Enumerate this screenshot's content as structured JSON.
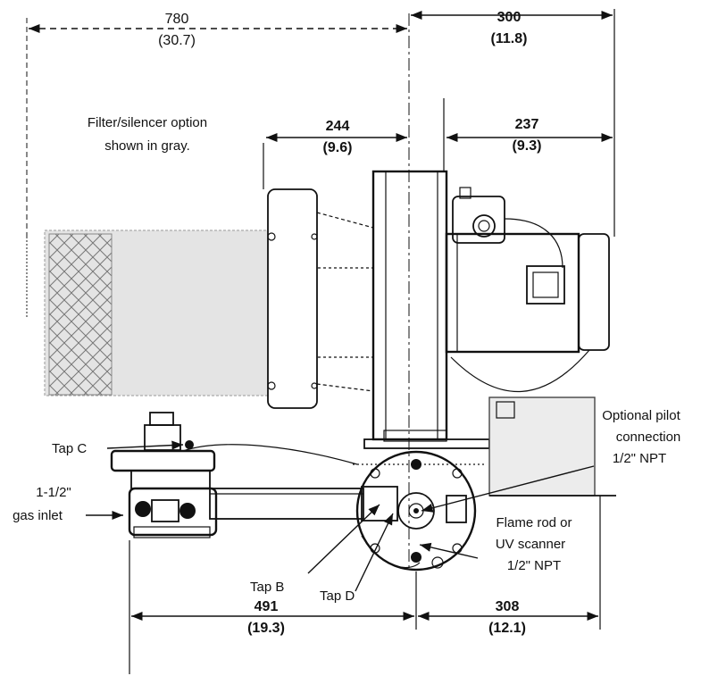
{
  "dimensions": {
    "top_left": {
      "mm": "780",
      "in": "(30.7)"
    },
    "top_right": {
      "mm": "300",
      "in": "(11.8)"
    },
    "mid_left": {
      "mm": "244",
      "in": "(9.6)"
    },
    "mid_right": {
      "mm": "237",
      "in": "(9.3)"
    },
    "bottom_left": {
      "mm": "491",
      "in": "(19.3)"
    },
    "bottom_right": {
      "mm": "308",
      "in": "(12.1)"
    }
  },
  "notes": {
    "filter_line1": "Filter/silencer option",
    "filter_line2": "shown in gray."
  },
  "labels": {
    "tap_c": "Tap C",
    "gas_inlet_line1": "1-1/2\"",
    "gas_inlet_line2": "gas inlet",
    "tap_b": "Tap B",
    "tap_d": "Tap D",
    "pilot_line1": "Optional pilot",
    "pilot_line2": "connection",
    "pilot_line3": "1/2\" NPT",
    "flame_line1": "Flame rod or",
    "flame_line2": "UV scanner",
    "flame_line3": "1/2\" NPT"
  },
  "colors": {
    "ink": "#111111",
    "filter_gray": "#c8c8c8",
    "background": "#ffffff"
  }
}
